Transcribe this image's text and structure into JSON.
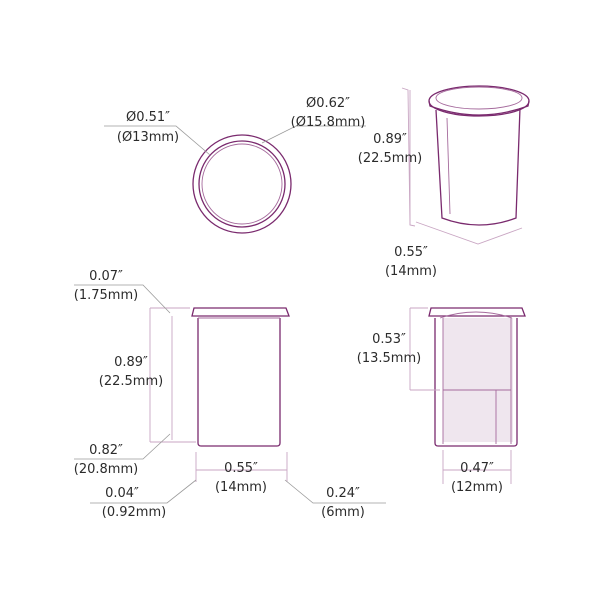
{
  "top_view": {
    "inner_diameter": "Ø0.51″",
    "inner_diameter_mm": "(Ø13mm)",
    "outer_diameter": "Ø0.62″",
    "outer_diameter_mm": "(Ø15.8mm)"
  },
  "perspective_view": {
    "height": "0.89″",
    "height_mm": "(22.5mm)",
    "width": "0.55″",
    "width_mm": "(14mm)"
  },
  "side_view": {
    "lip_thickness": "0.07″",
    "lip_thickness_mm": "(1.75mm)",
    "height": "0.89″",
    "height_mm": "(22.5mm)",
    "body_height": "0.82″",
    "body_height_mm": "(20.8mm)",
    "width": "0.55″",
    "width_mm": "(14mm)",
    "wall_thickness": "0.04″",
    "wall_thickness_mm": "(0.92mm)",
    "lip_overhang": "0.24″",
    "lip_overhang_mm": "(6mm)"
  },
  "section_view": {
    "depth": "0.53″",
    "depth_mm": "(13.5mm)",
    "inner_width": "0.47″",
    "inner_width_mm": "(12mm)"
  }
}
